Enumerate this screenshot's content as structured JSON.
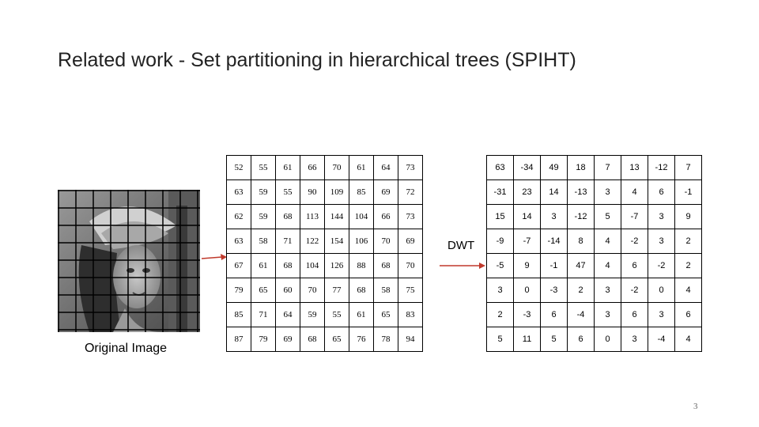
{
  "slide": {
    "title": "Related work - Set partitioning in hierarchical trees (SPIHT)",
    "image_caption": "Original Image",
    "transform_label": "DWT",
    "page_number": "3"
  },
  "pixel_matrix": [
    [
      "52",
      "55",
      "61",
      "66",
      "70",
      "61",
      "64",
      "73"
    ],
    [
      "63",
      "59",
      "55",
      "90",
      "109",
      "85",
      "69",
      "72"
    ],
    [
      "62",
      "59",
      "68",
      "113",
      "144",
      "104",
      "66",
      "73"
    ],
    [
      "63",
      "58",
      "71",
      "122",
      "154",
      "106",
      "70",
      "69"
    ],
    [
      "67",
      "61",
      "68",
      "104",
      "126",
      "88",
      "68",
      "70"
    ],
    [
      "79",
      "65",
      "60",
      "70",
      "77",
      "68",
      "58",
      "75"
    ],
    [
      "85",
      "71",
      "64",
      "59",
      "55",
      "61",
      "65",
      "83"
    ],
    [
      "87",
      "79",
      "69",
      "68",
      "65",
      "76",
      "78",
      "94"
    ]
  ],
  "dwt_matrix": [
    [
      "63",
      "-34",
      "49",
      "18",
      "7",
      "13",
      "-12",
      "7"
    ],
    [
      "-31",
      "23",
      "14",
      "-13",
      "3",
      "4",
      "6",
      "-1"
    ],
    [
      "15",
      "14",
      "3",
      "-12",
      "5",
      "-7",
      "3",
      "9"
    ],
    [
      "-9",
      "-7",
      "-14",
      "8",
      "4",
      "-2",
      "3",
      "2"
    ],
    [
      "-5",
      "9",
      "-1",
      "47",
      "4",
      "6",
      "-2",
      "2"
    ],
    [
      "3",
      "0",
      "-3",
      "2",
      "3",
      "-2",
      "0",
      "4"
    ],
    [
      "2",
      "-3",
      "6",
      "-4",
      "3",
      "6",
      "3",
      "6"
    ],
    [
      "5",
      "11",
      "5",
      "6",
      "0",
      "3",
      "-4",
      "4"
    ]
  ],
  "colors": {
    "arrow": "#c0392b",
    "grid": "#000000"
  }
}
